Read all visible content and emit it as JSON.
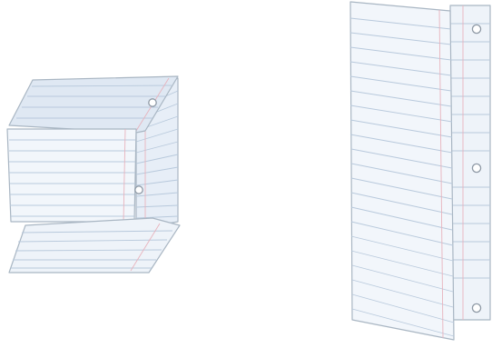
{
  "image": {
    "width": 542,
    "height": 383,
    "background": "#ffffff",
    "colors": {
      "paper_light": "#f2f6fb",
      "paper_mid": "#e7eef7",
      "paper_shadow": "#dfe8f3",
      "outline": "#a9b6c3",
      "rule_line": "#b8c9dc",
      "margin_line": "#e8b3bd",
      "hole_stroke": "#8f9aa6"
    },
    "objects": [
      {
        "name": "z-folded-notebook-paper",
        "holes": 2,
        "folds": 2
      },
      {
        "name": "half-folded-notebook-paper",
        "holes": 3,
        "folds": 1
      }
    ]
  }
}
